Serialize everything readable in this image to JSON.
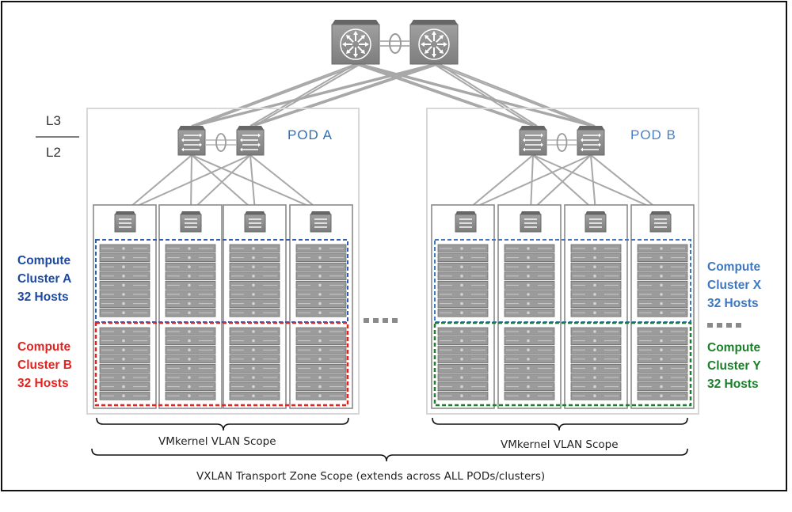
{
  "layers": {
    "upper": "L3",
    "lower": "L2"
  },
  "pods": [
    {
      "label": "POD  A",
      "color": "#2f6fb2"
    },
    {
      "label": "POD  B",
      "color": "#4a7fc0"
    }
  ],
  "clusters": [
    {
      "line1": "Compute",
      "line2": "Cluster A",
      "line3": "32 Hosts",
      "color": "#1d4aa0"
    },
    {
      "line1": "Compute",
      "line2": "Cluster B",
      "line3": "32 Hosts",
      "color": "#e3231f"
    },
    {
      "line1": "Compute",
      "line2": "Cluster X",
      "line3": "32 Hosts",
      "color": "#3f78c0"
    },
    {
      "line1": "Compute",
      "line2": "Cluster Y",
      "line3": "32 Hosts",
      "color": "#1a7f2a"
    }
  ],
  "scopes": {
    "pod_a": "VMkernel VLAN Scope",
    "pod_b": "VMkernel VLAN Scope",
    "transport": "VXLAN Transport Zone Scope (extends across ALL PODs/clusters)"
  },
  "icons": {
    "core_router": "router-icon",
    "aggregation_switch": "switch-icon",
    "tor_switch": "switch-icon",
    "server": "server-icon"
  },
  "colors": {
    "frame": "#111111",
    "links": "#a8a8a8",
    "pod_border": "#d8d8d8",
    "rack_border": "#8a8a8a",
    "device": "#8c8c8c"
  }
}
